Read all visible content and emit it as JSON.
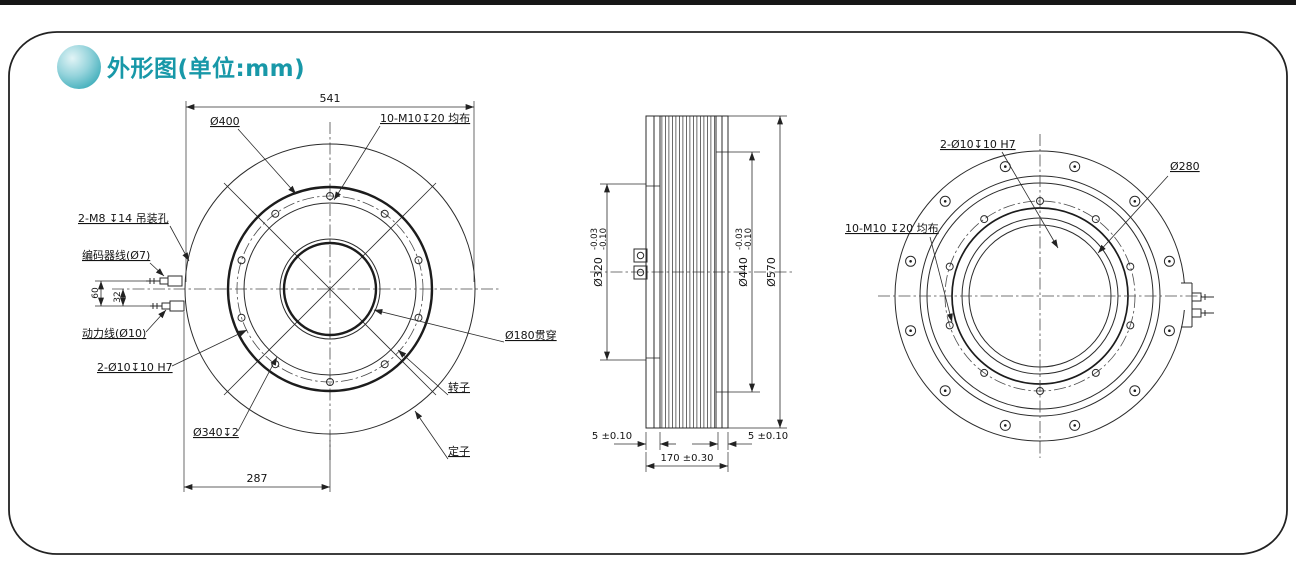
{
  "page": {
    "title": "外形图(单位:mm)"
  },
  "colors": {
    "accent_teal": "#1898a8",
    "line": "#2b2b2b",
    "background": "#ffffff"
  },
  "front_view": {
    "dim_541": "541",
    "dim_d400": "Ø400",
    "label_bolts": "10-M10↧20 均布",
    "label_lifting": "2-M8 ↧14 吊装孔",
    "label_encoder": "编码器线(Ø7)",
    "dim_60": "60",
    "dim_32": "32",
    "label_power": "动力线(Ø10)",
    "label_pins": "2-Ø10↧10 H7",
    "dim_d340": "Ø340↧2",
    "dim_287": "287",
    "label_bore": "Ø180贯穿",
    "label_rotor": "转子",
    "label_stator": "定子"
  },
  "side_view": {
    "dim_d320": "Ø320",
    "tol_320_upper": "-0.03",
    "tol_320_lower": "-0.10",
    "dim_d440": "Ø440",
    "tol_440_upper": "-0.03",
    "tol_440_lower": "-0.10",
    "dim_d570": "Ø570",
    "dim_5_left": "5 ±0.10",
    "dim_5_right": "5 ±0.10",
    "dim_170": "170 ±0.30"
  },
  "back_view": {
    "label_pins": "2-Ø10↧10 H7",
    "dim_d280": "Ø280",
    "label_bolts": "10-M10 ↧20 均布"
  }
}
